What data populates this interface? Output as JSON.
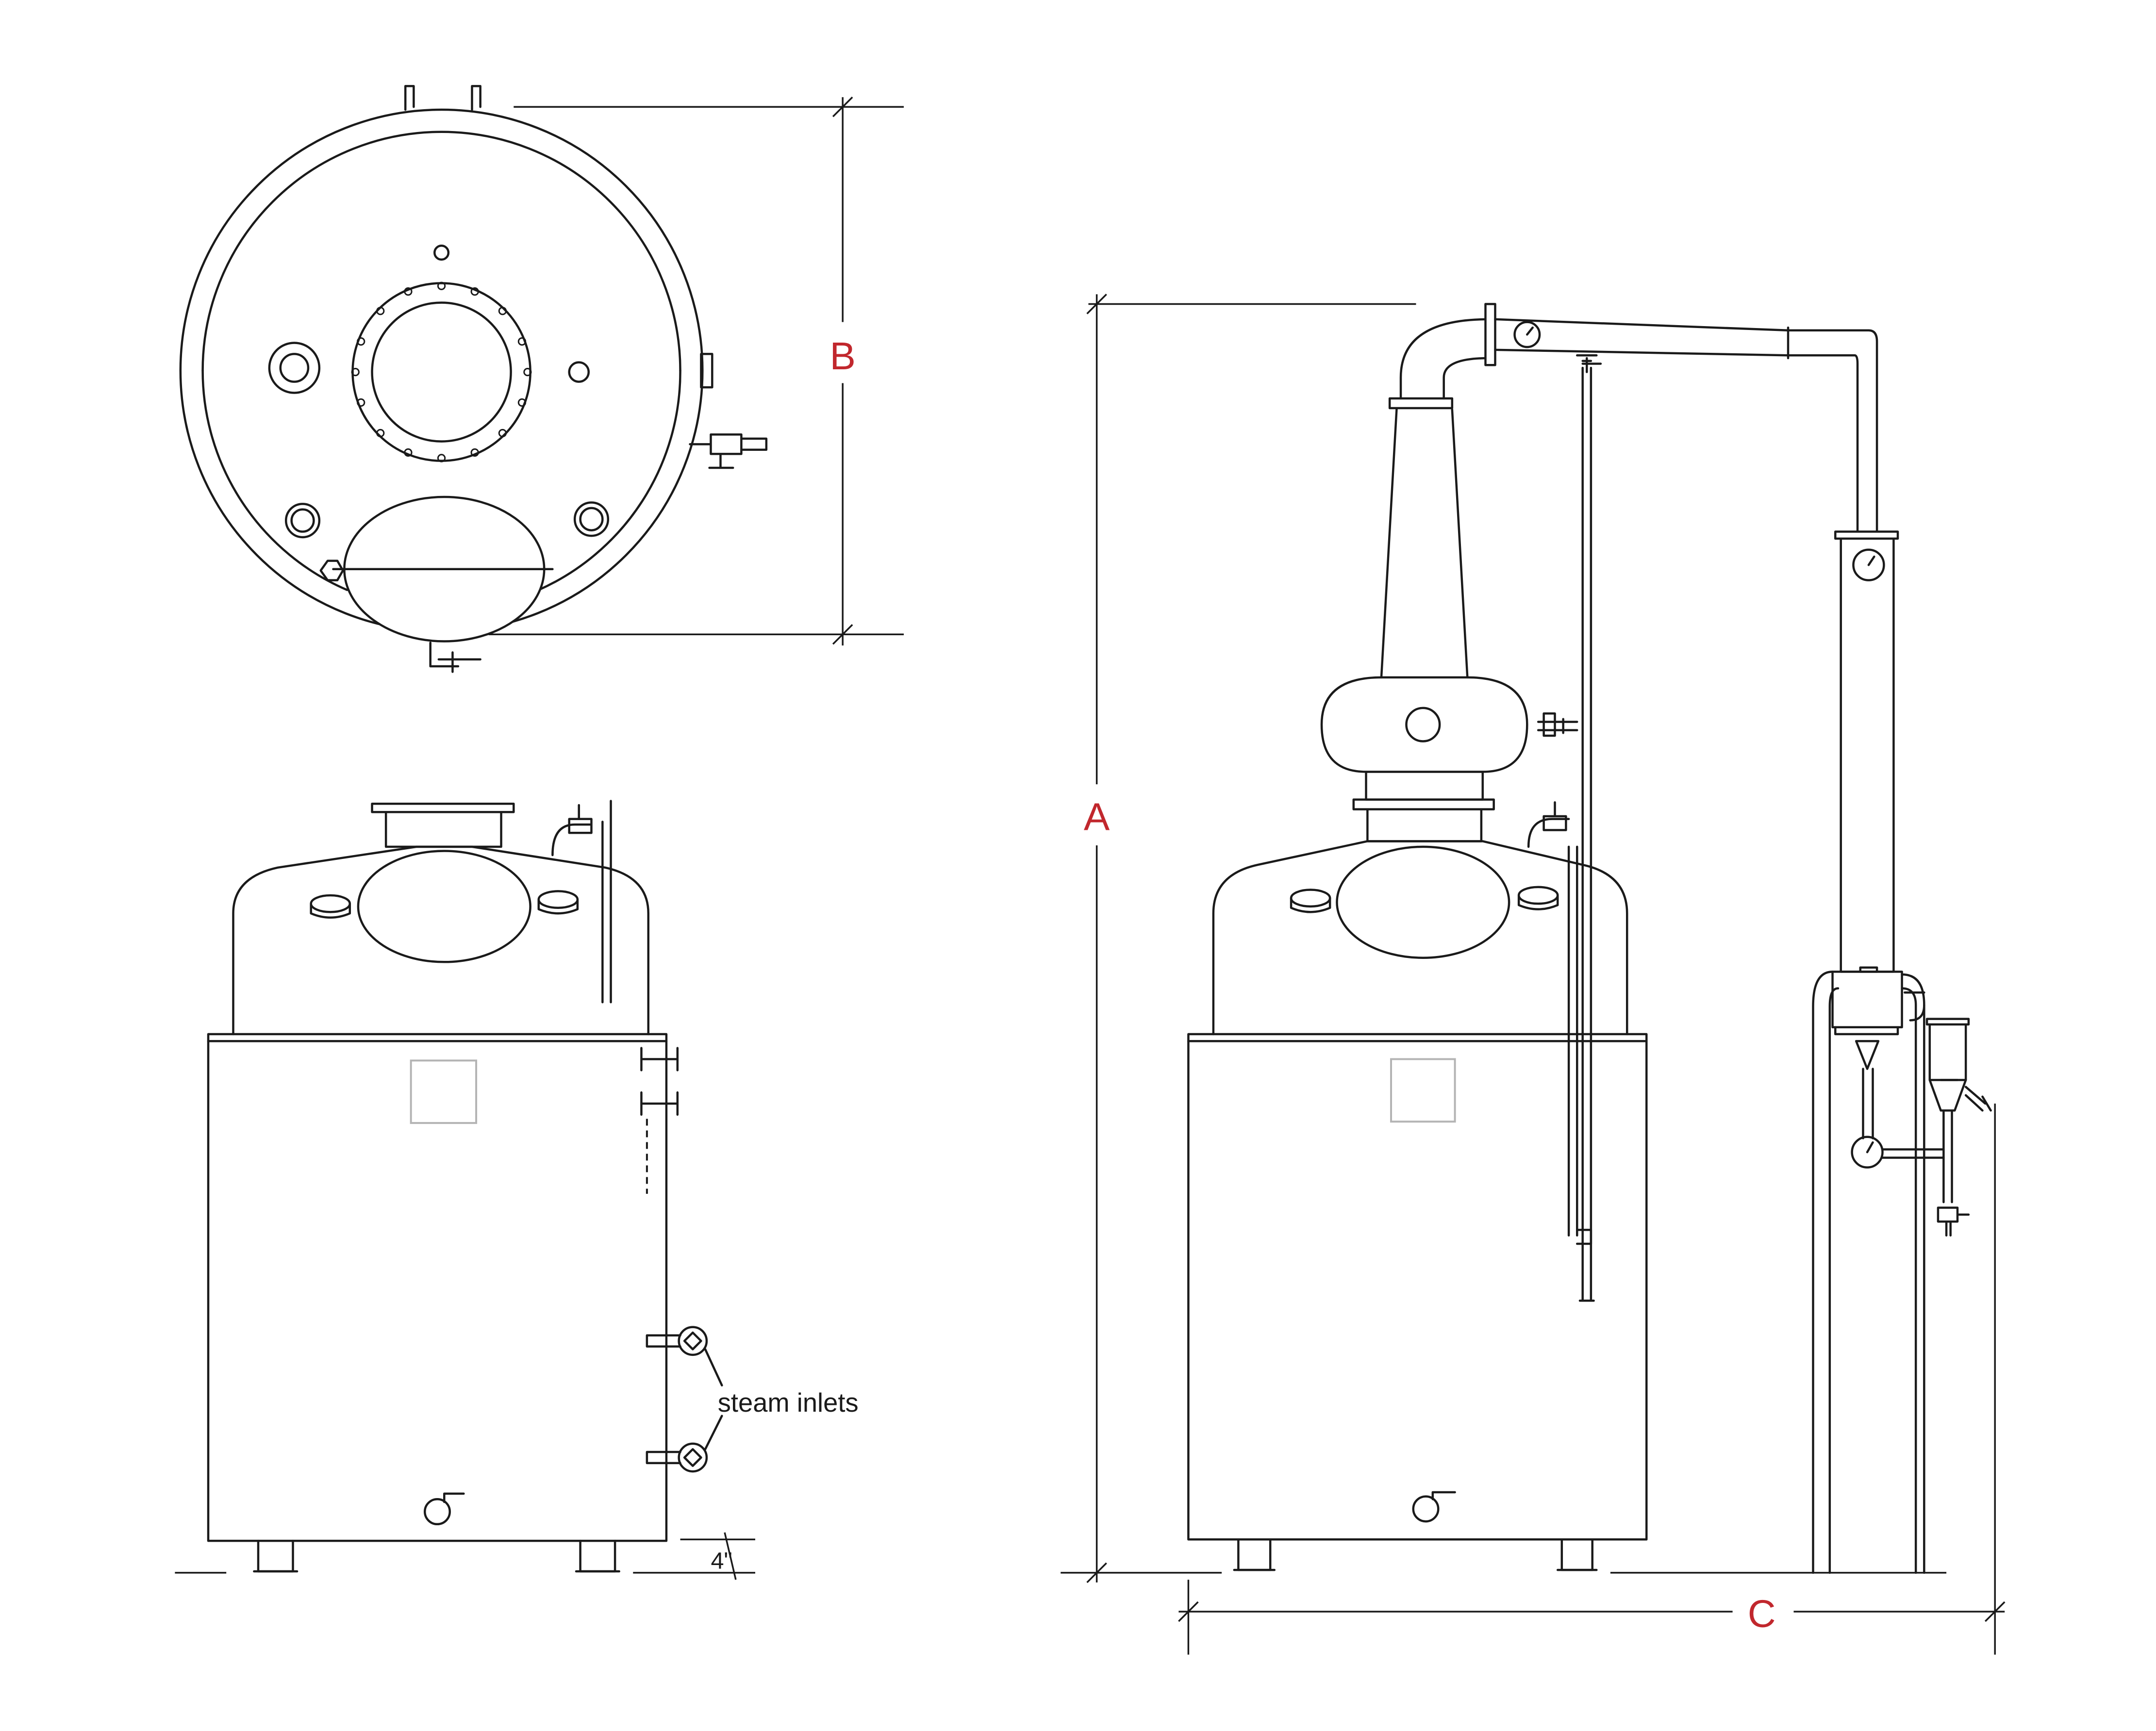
{
  "dimensions": {
    "a": "A",
    "b": "B",
    "c": "C",
    "leg_height": "4\""
  },
  "callouts": {
    "steam_inlets": "steam inlets"
  },
  "colors": {
    "line": "#1a1a1a",
    "dimension_label": "#c1272d",
    "faint": "#b4b4b4"
  }
}
